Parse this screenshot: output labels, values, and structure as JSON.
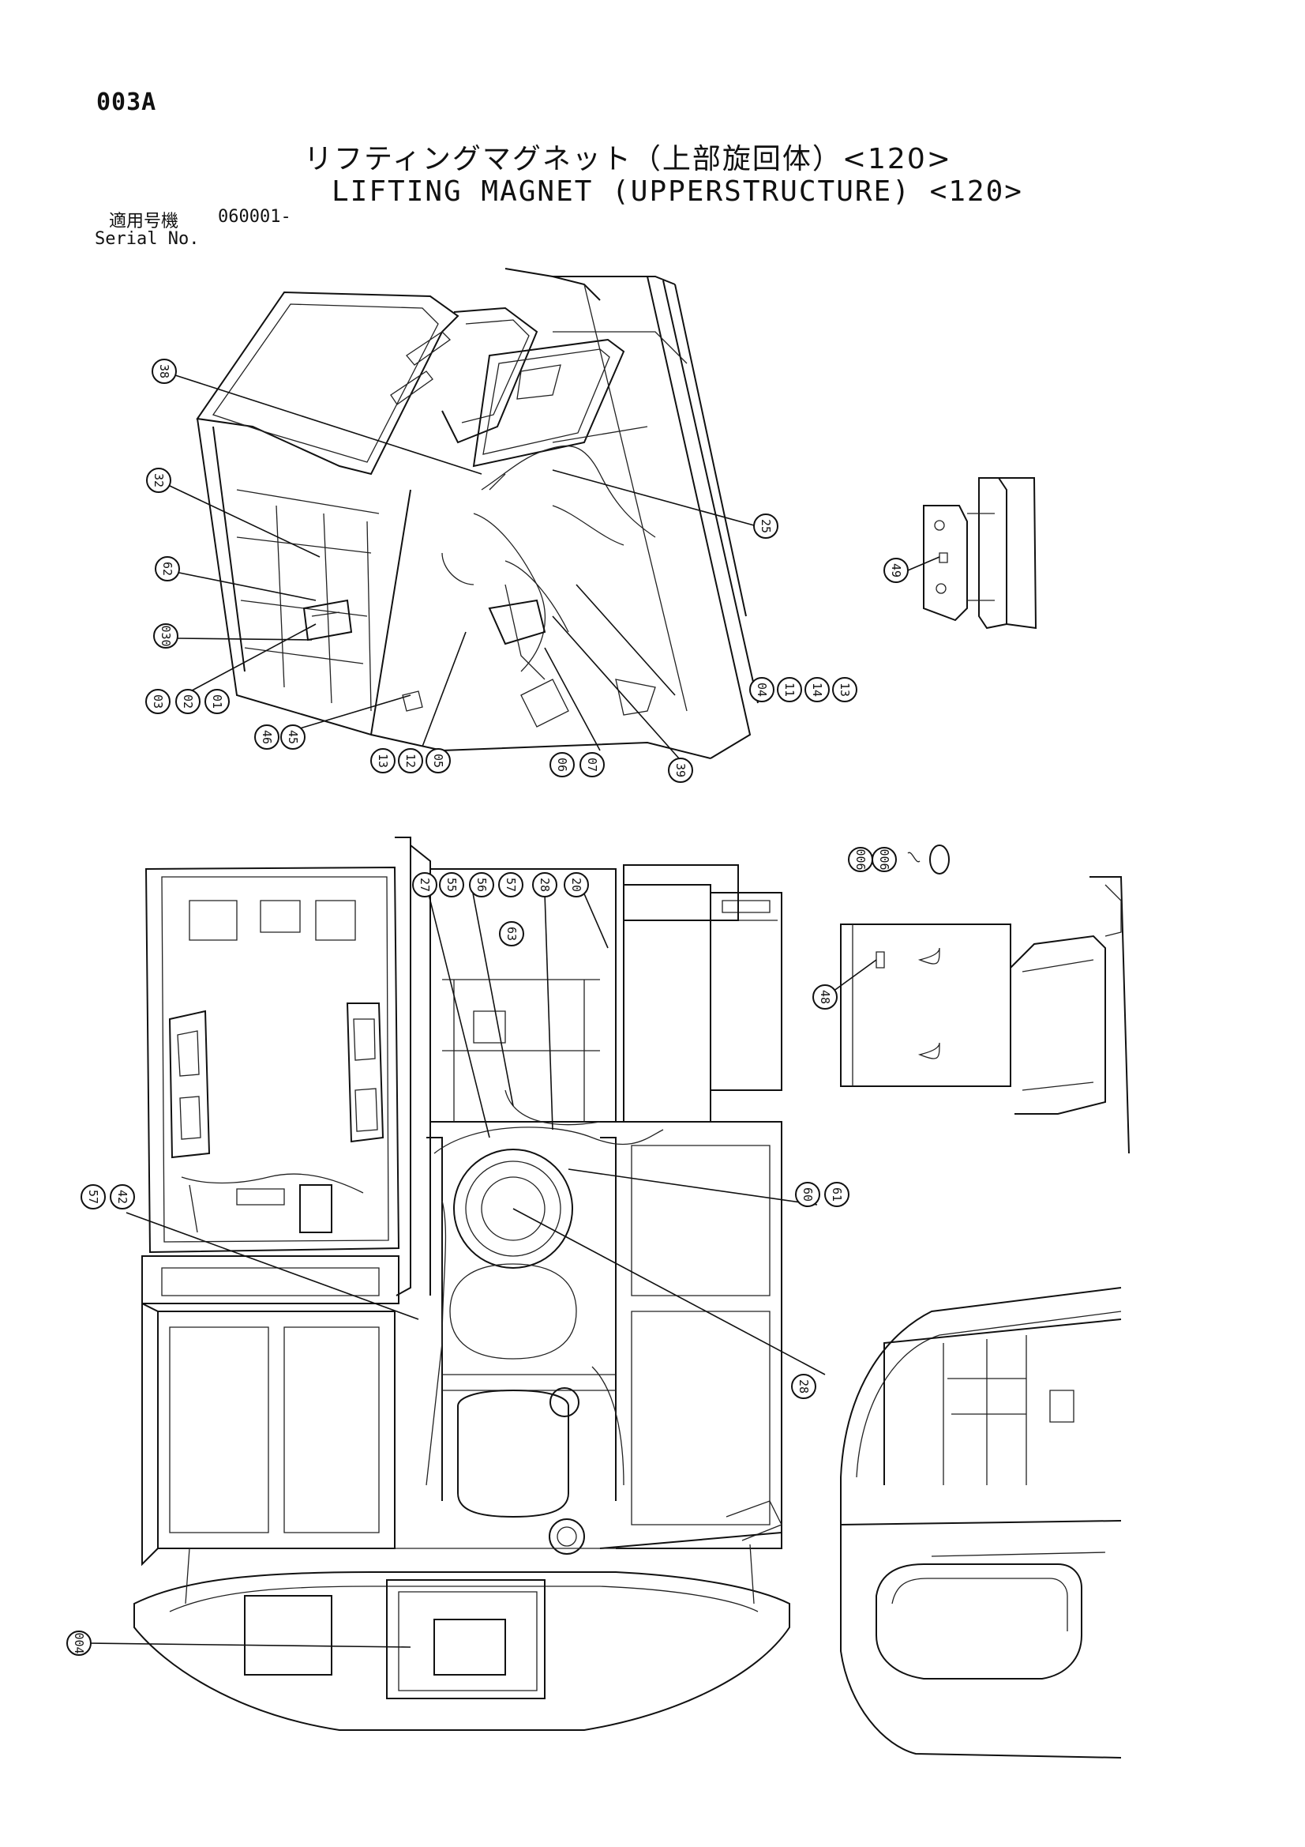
{
  "header": {
    "page_code": "003A",
    "title_jp": "リフティングマグネット（上部旋回体）<120>",
    "title_en": "LIFTING MAGNET (UPPERSTRUCTURE) <120>",
    "serial_label_jp": "適用号機",
    "serial_value": "060001-",
    "serial_label_en": "Serial No."
  },
  "callouts_top": [
    "38",
    "32",
    "62",
    "030",
    "03",
    "02",
    "01",
    "46",
    "45",
    "13",
    "12",
    "05",
    "06",
    "07",
    "39",
    "04",
    "11",
    "14",
    "13",
    "25",
    "49"
  ],
  "callouts_bottom": [
    "27",
    "55",
    "56",
    "57",
    "28",
    "20",
    "63",
    "60",
    "61",
    "57",
    "42",
    "28",
    "006",
    "006",
    "48",
    "004"
  ]
}
